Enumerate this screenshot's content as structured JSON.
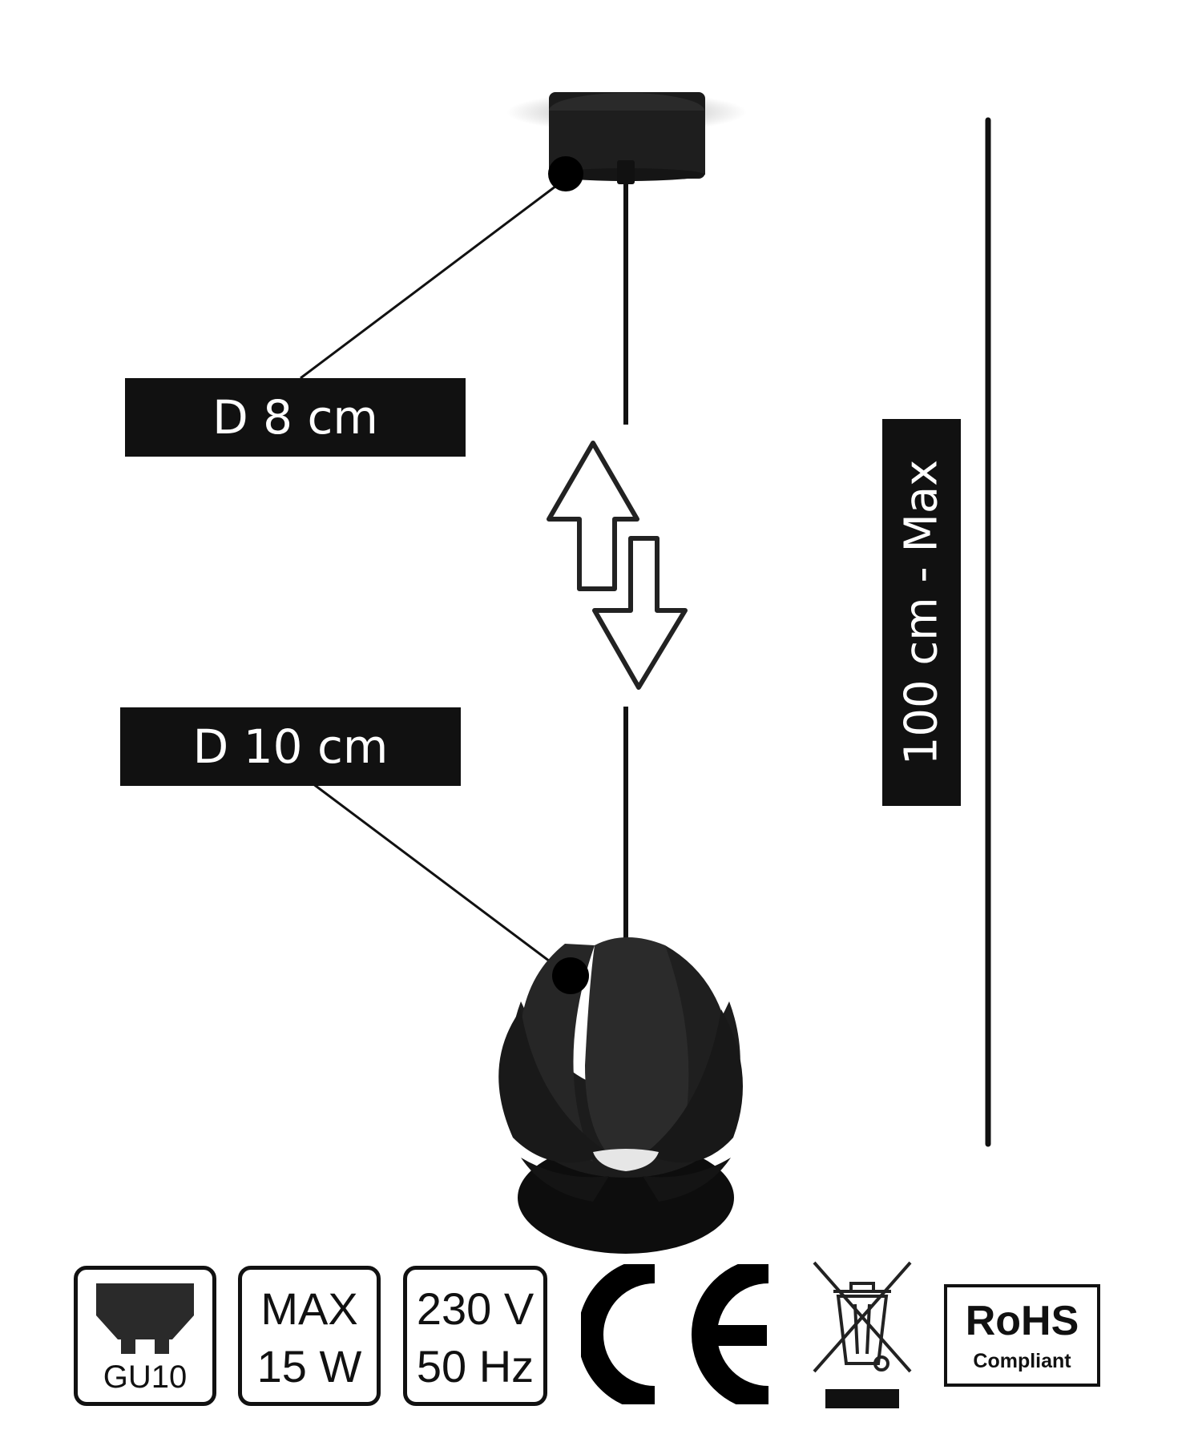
{
  "labels": {
    "canopy_diameter": "D 8 cm",
    "shade_diameter": "D 10 cm",
    "max_height": "100 cm - Max"
  },
  "badges": {
    "bulb_type": "GU10",
    "max_power_line1": "MAX",
    "max_power_line2": "15 W",
    "voltage_line1": "230 V",
    "voltage_line2": "50 Hz"
  },
  "rohs": {
    "title": "RoHS",
    "subtitle": "Compliant"
  },
  "marks": {
    "ce": "CE"
  },
  "icons": [
    "bulb-socket-icon",
    "ce-mark-icon",
    "weee-bin-icon",
    "adjustable-height-arrows-icon"
  ],
  "colors": {
    "ink": "#111111",
    "background": "#ffffff"
  }
}
